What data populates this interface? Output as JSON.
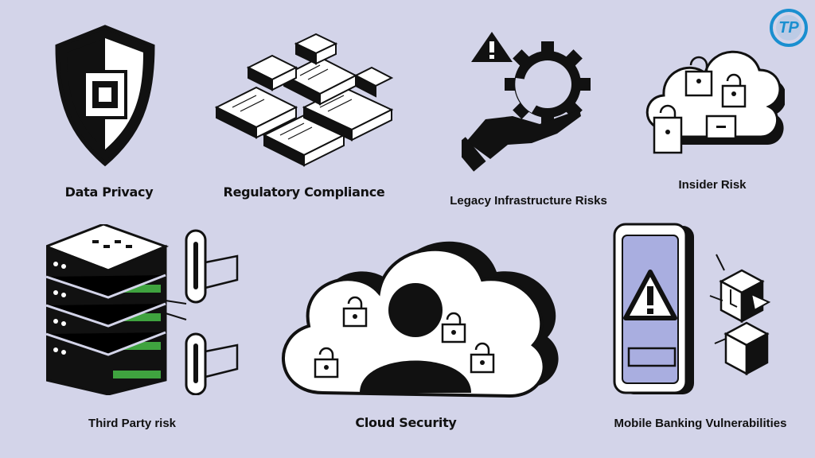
{
  "logo": {
    "text": "TP"
  },
  "items": [
    {
      "label": "Data Privacy",
      "icon": "shield-icon"
    },
    {
      "label": "Regulatory Compliance",
      "icon": "isometric-blocks-icon"
    },
    {
      "label": "Legacy Infrastructure Risks",
      "icon": "hand-gear-warning-icon"
    },
    {
      "label": "Insider Risk",
      "icon": "cloud-locks-icon"
    },
    {
      "label": "Third Party risk",
      "icon": "server-rack-icon"
    },
    {
      "label": "Cloud Security",
      "icon": "cloud-user-icon"
    },
    {
      "label": "Mobile Banking Vulnerabilities",
      "icon": "phone-warning-icon"
    }
  ],
  "colors": {
    "background": "#d3d4e9",
    "ink": "#111111",
    "accent": "#1a8fd0",
    "phone_screen": "#a9aee0",
    "server_led": "#3fa33f"
  }
}
